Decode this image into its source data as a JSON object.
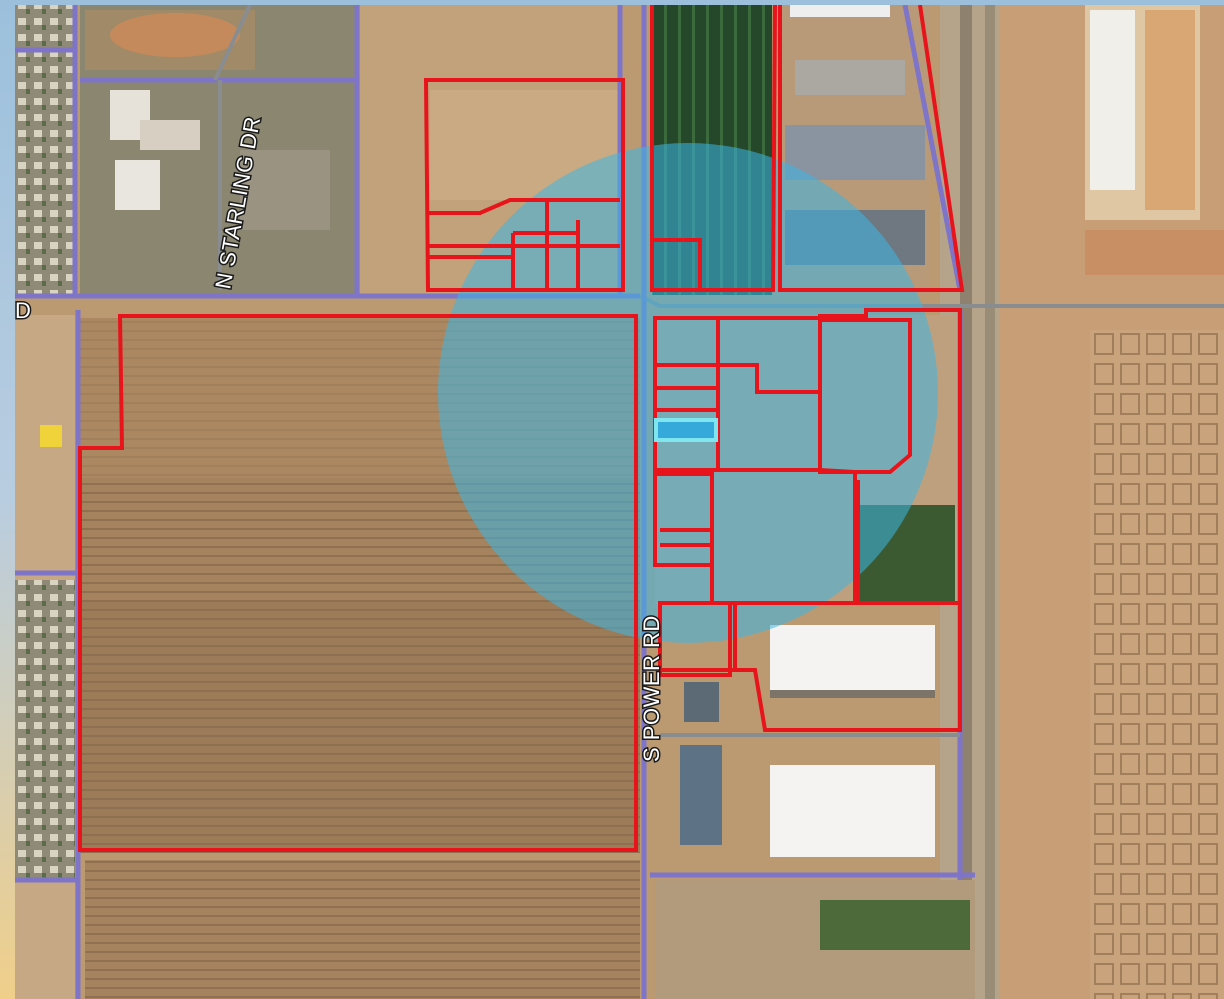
{
  "map": {
    "road_labels": {
      "starling": "N STARLING DR",
      "power": "S POWER RD",
      "edge_fragment": "D"
    },
    "colors": {
      "parcel_outline": "#e8141c",
      "road_centerline": "#7e74c8",
      "buffer_fill": "#3cb6e6",
      "selected_parcel": "#7fe6f0"
    },
    "layers": [
      "aerial-imagery",
      "road-centerlines",
      "parcel-boundaries",
      "search-radius-buffer",
      "selected-parcel"
    ]
  }
}
